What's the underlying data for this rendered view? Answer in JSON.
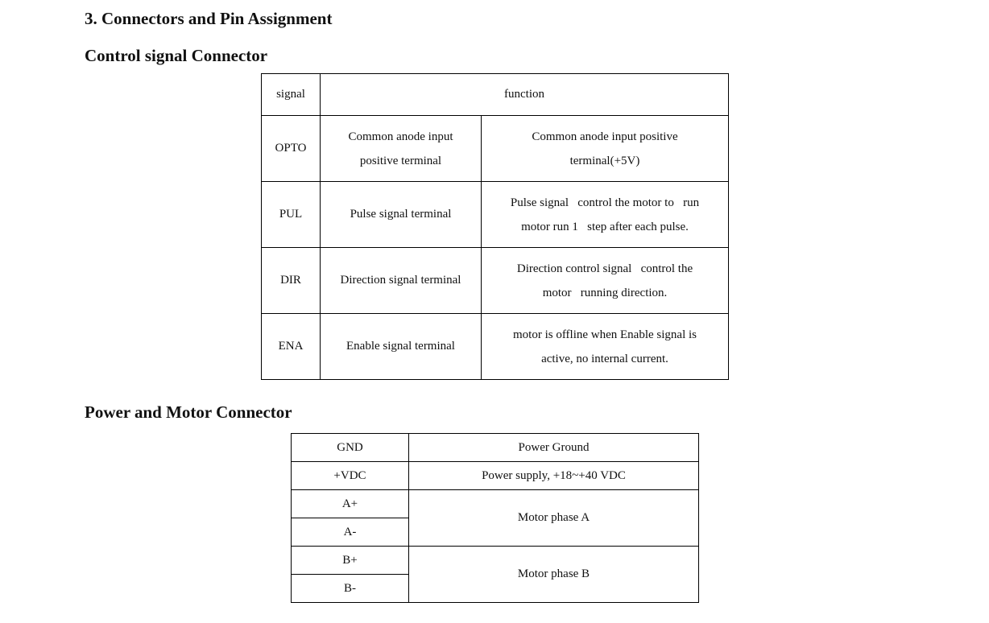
{
  "section_title": "3. Connectors and Pin Assignment",
  "control": {
    "heading": "Control signal Connector",
    "header": {
      "signal": "signal",
      "function": "function"
    },
    "rows": [
      {
        "signal": "OPTO",
        "terminal": [
          "Common anode input",
          "positive terminal"
        ],
        "description": [
          "Common anode input positive",
          "terminal(+5V)"
        ]
      },
      {
        "signal": "PUL",
        "terminal": [
          "Pulse signal terminal"
        ],
        "description": [
          "Pulse signal   control the motor to   run",
          "motor run 1   step after each pulse."
        ]
      },
      {
        "signal": "DIR",
        "terminal": [
          "Direction signal terminal"
        ],
        "description": [
          "Direction control signal   control the",
          "motor   running direction."
        ]
      },
      {
        "signal": "ENA",
        "terminal": [
          "Enable signal terminal"
        ],
        "description": [
          "motor is offline when Enable signal is",
          "active, no internal current."
        ]
      }
    ]
  },
  "power": {
    "heading": "Power and Motor Connector",
    "pins": [
      "GND",
      "+VDC",
      "A+",
      "A-",
      "B+",
      "B-"
    ],
    "functions": [
      "Power Ground",
      "Power supply, +18~+40 VDC",
      "Motor phase A",
      "Motor phase B"
    ]
  }
}
